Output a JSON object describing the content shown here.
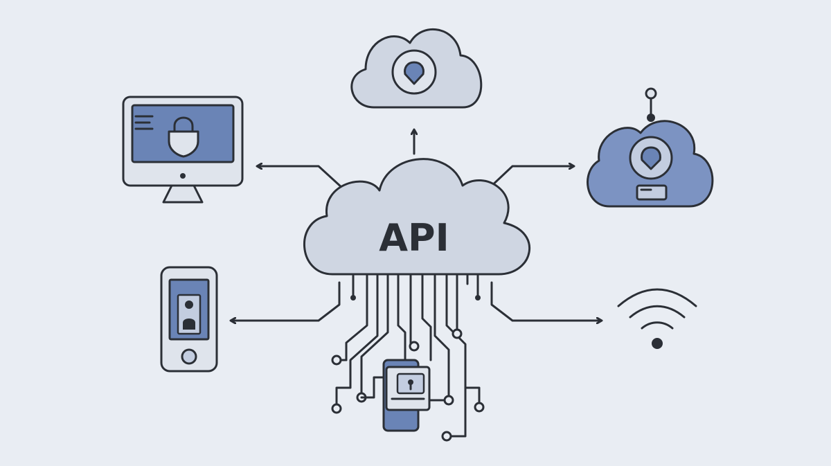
{
  "center": {
    "label": "API"
  },
  "nodes": [
    {
      "id": "cloud-top",
      "icon": "cloud-security-icon"
    },
    {
      "id": "desktop",
      "icon": "desktop-lock-icon"
    },
    {
      "id": "robot-cloud",
      "icon": "robot-cloud-icon"
    },
    {
      "id": "smartphone",
      "icon": "smartphone-user-icon"
    },
    {
      "id": "wifi",
      "icon": "wifi-icon"
    },
    {
      "id": "lock-device",
      "icon": "padlock-device-icon"
    }
  ],
  "colors": {
    "background": "#e9edf3",
    "outline": "#2b2f36",
    "cloud_fill": "#cfd6e2",
    "accent_blue": "#6a84b6",
    "light_fill": "#dfe4ec"
  }
}
